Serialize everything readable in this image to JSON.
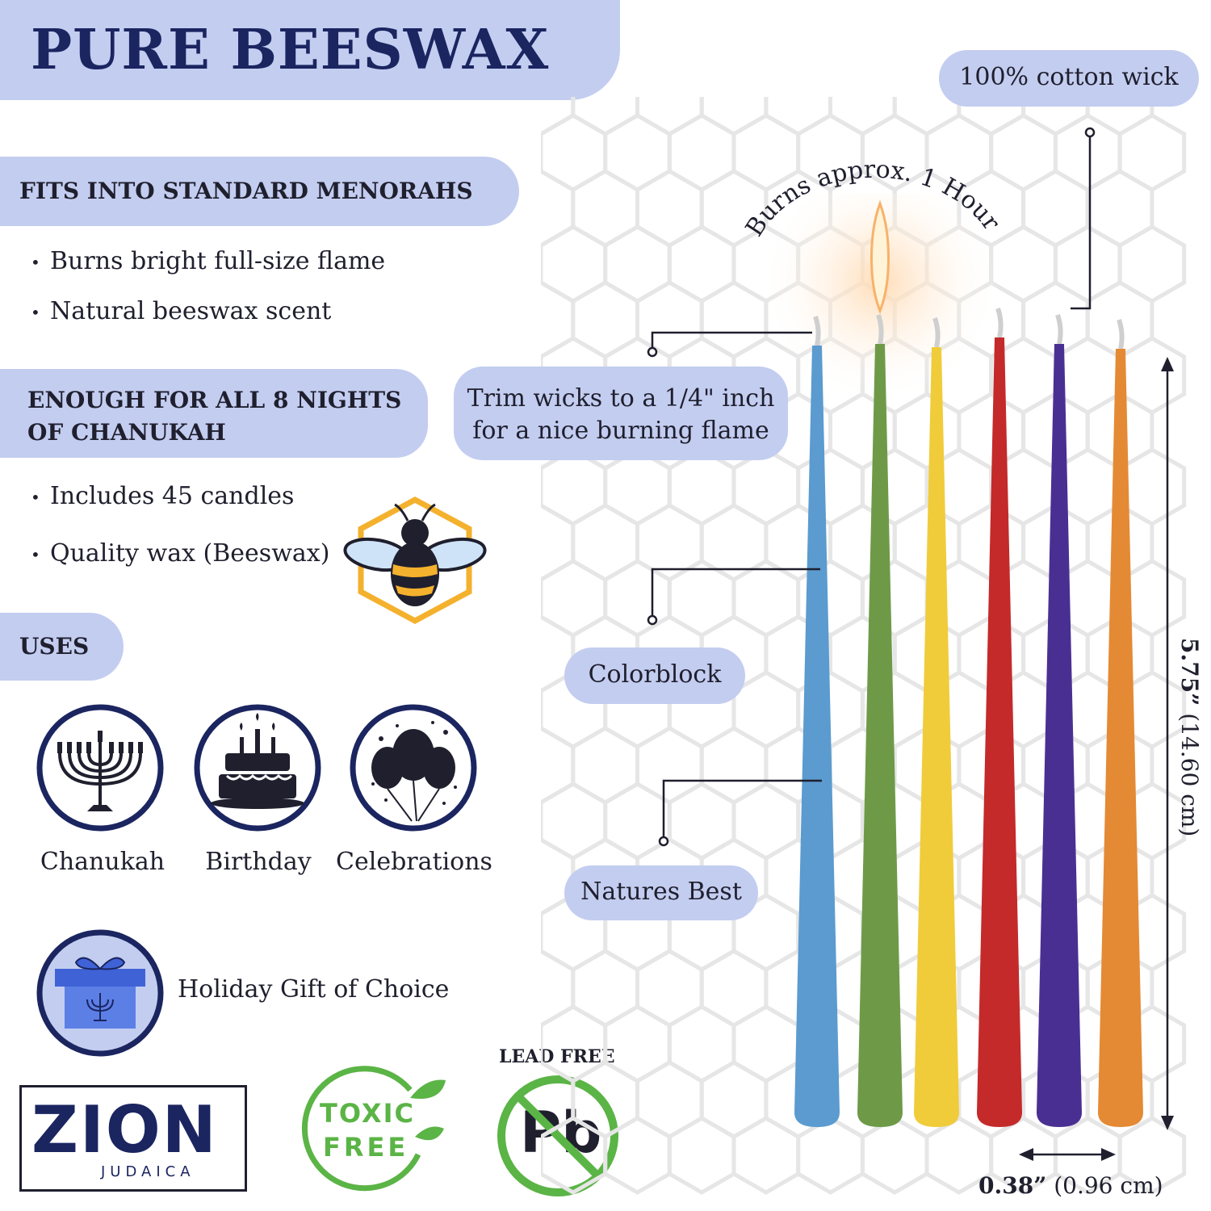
{
  "title": "PURE BEESWAX",
  "sections": [
    {
      "heading": "FITS INTO STANDARD MENORAHS",
      "bullets": [
        "Burns bright full-size flame",
        "Natural beeswax scent"
      ]
    },
    {
      "heading_line1": "ENOUGH FOR ALL 8 NIGHTS",
      "heading_line2": "OF CHANUKAH",
      "bullets": [
        "Includes 45 candles",
        "Quality wax (Beeswax)"
      ]
    },
    {
      "heading": "USES"
    }
  ],
  "uses": [
    {
      "label": "Chanukah",
      "icon": "menorah-icon"
    },
    {
      "label": "Birthday",
      "icon": "birthday-cake-icon"
    },
    {
      "label": "Celebrations",
      "icon": "balloons-icon"
    }
  ],
  "gift": {
    "label": "Holiday Gift of Choice",
    "icon": "gift-box-icon"
  },
  "badges": {
    "brand_main": "ZION",
    "brand_sub": "JUDAICA",
    "toxic_line1": "TOXIC",
    "toxic_line2": "FREE",
    "lead_caption": "LEAD FREE",
    "lead_symbol": "Pb"
  },
  "callouts": {
    "wick": "100% cotton wick",
    "burn_time": "Burns approx. 1 Hour",
    "trim_line1": "Trim wicks to a 1/4\" inch",
    "trim_line2": "for a nice burning flame",
    "colorblock": "Colorblock",
    "natures_best": "Natures Best"
  },
  "dimensions": {
    "height_bold": "5.75”",
    "height_rest": " (14.60 cm)",
    "width_bold": "0.38”",
    "width_rest": " (0.96 cm)"
  },
  "candle_colors": [
    "#5b9bcf",
    "#6e9a48",
    "#f0cc3a",
    "#c42a2a",
    "#4a2f93",
    "#e48a34"
  ],
  "colors": {
    "accent_pill": "#c3cdf0",
    "navy": "#1b2560",
    "honey": "#f4b12e",
    "green": "#5bb446"
  }
}
